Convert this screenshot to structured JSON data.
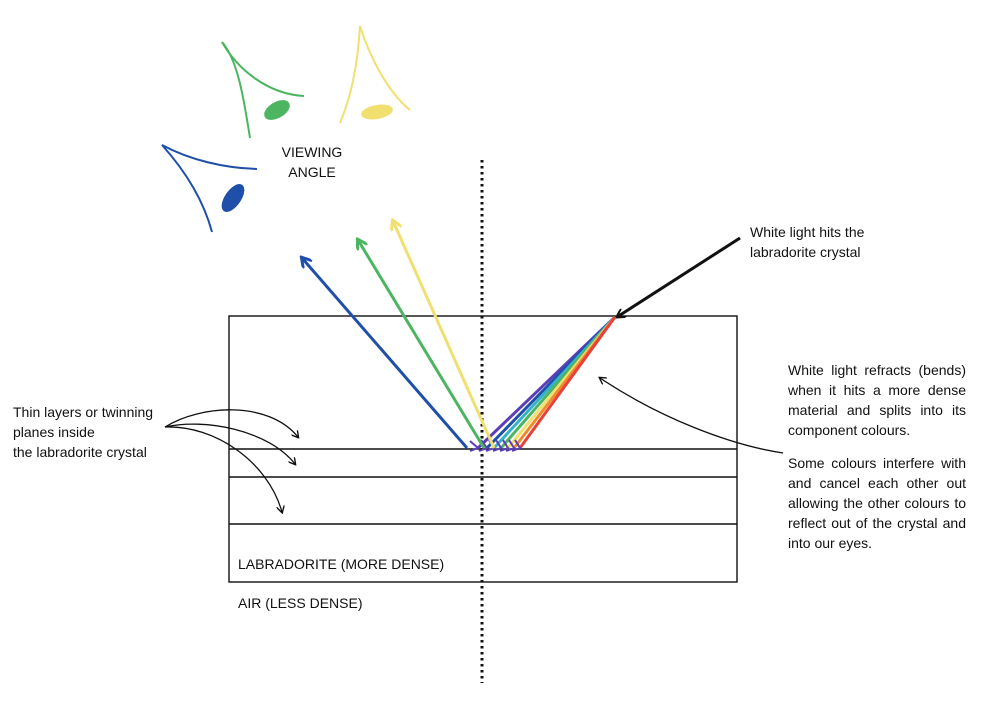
{
  "labels": {
    "viewing_angle": "VIEWING\nANGLE",
    "white_light_hits": "White light hits the\nlabradorite crystal",
    "refracts": "White light refracts (bends) when it hits a more dense material and splits into its component colours.",
    "interfere": "Some colours interfere with and cancel each other out allowing the other colours to reflect out of the crystal and into our eyes.",
    "thin_layers": "Thin layers or twinning\nplanes inside\nthe labradorite crystal",
    "labradorite": "LABRADORITE (MORE DENSE)",
    "air": "AIR (LESS DENSE)"
  },
  "colors": {
    "blue": "#1f4fa8",
    "green": "#4cb561",
    "yellow": "#f1df6f",
    "red": "#e8413a",
    "orange": "#f08a2e",
    "cyan": "#33b3c9",
    "purple": "#5a3fb5",
    "black": "#111111"
  },
  "icons": {
    "eyes": [
      "eye-green-icon",
      "eye-yellow-icon",
      "eye-blue-icon"
    ]
  }
}
